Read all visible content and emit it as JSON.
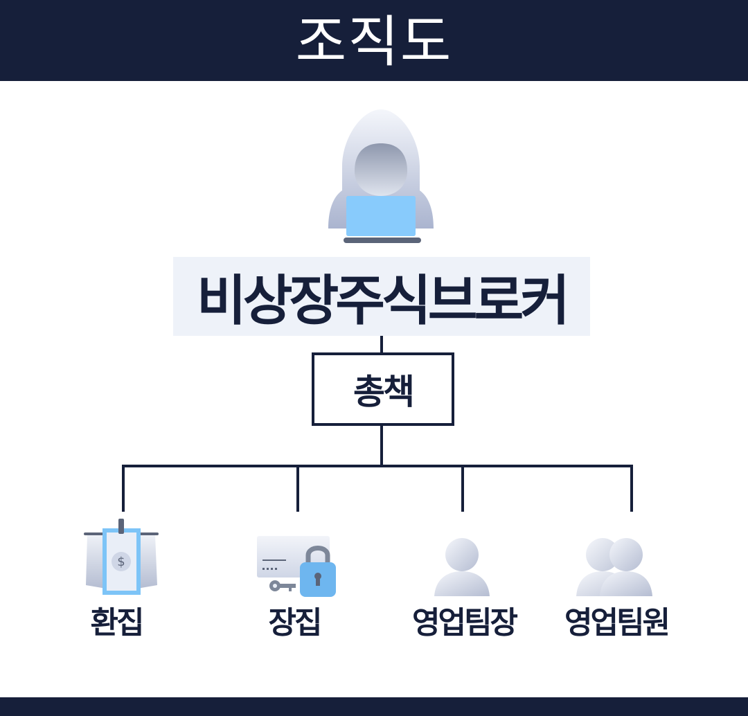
{
  "header": {
    "title": "조직도"
  },
  "top": {
    "icon": "hooded-hacker-laptop-icon",
    "label": "비상장주식브로커"
  },
  "chief": {
    "label": "총책"
  },
  "members": [
    {
      "label": "환집",
      "icon": "money-bill-icon"
    },
    {
      "label": "장집",
      "icon": "card-lock-key-icon"
    },
    {
      "label": "영업팀장",
      "icon": "person-icon"
    },
    {
      "label": "영업팀원",
      "icon": "people-group-icon"
    }
  ],
  "colors": {
    "navy": "#161f3a",
    "box_bg": "#eef2f9",
    "accent_blue": "#7dc4f7"
  }
}
